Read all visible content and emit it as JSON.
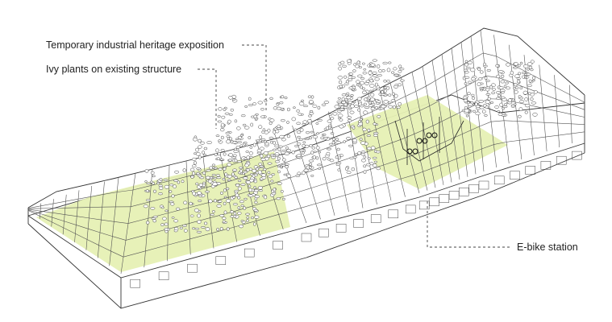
{
  "annotations": {
    "exposition": "Temporary industrial heritage exposition",
    "ivy": "Ivy plants on existing structure",
    "ebike": "E-bike station"
  },
  "colors": {
    "floor_highlight": "#e6f0b4",
    "line": "#333333",
    "leader": "#444444",
    "background": "#ffffff"
  }
}
